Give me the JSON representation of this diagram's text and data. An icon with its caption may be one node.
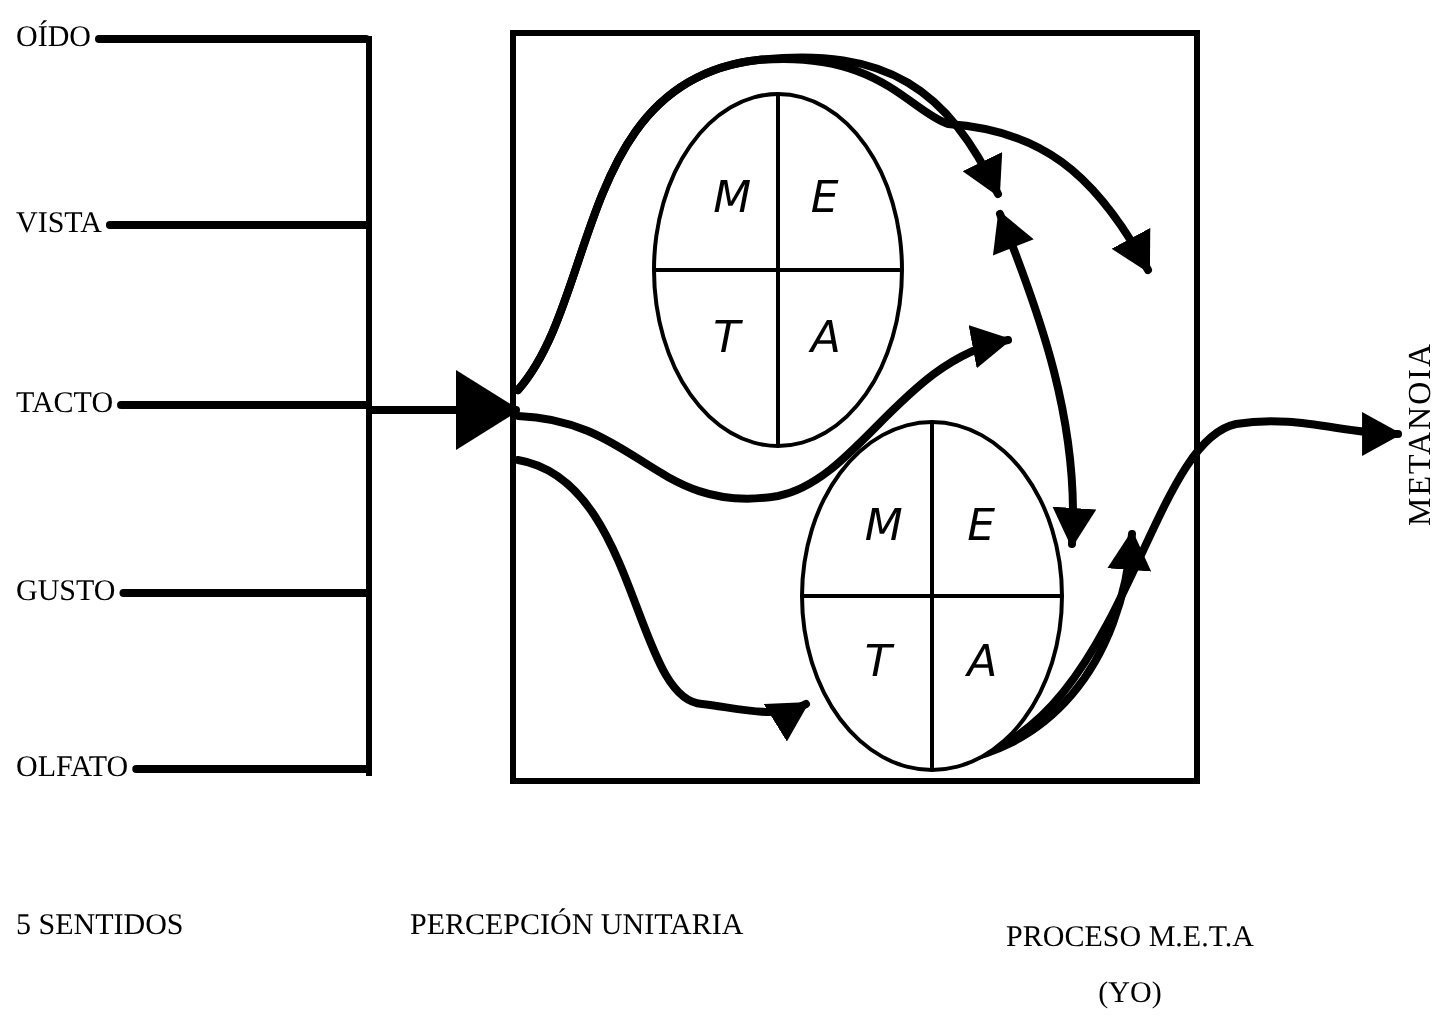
{
  "diagram": {
    "nodes": [
      {
        "text": [
          "OÍDO"
        ]
      },
      {
        "text": [
          "VISTA"
        ]
      },
      {
        "text": [
          "TACTO"
        ]
      },
      {
        "text": [
          "GUSTO"
        ]
      },
      {
        "text": [
          "OLFATO"
        ]
      },
      {
        "text": [],
        "shape": "bar"
      },
      {
        "text": [],
        "shape": "box"
      },
      {
        "text": [
          "M",
          "E",
          "T",
          "A"
        ],
        "in": 6
      },
      {
        "text": [
          "M",
          "E",
          "T",
          "A"
        ],
        "in": 6
      },
      {
        "text": [
          "METANOIA"
        ]
      }
    ],
    "edges": [
      {
        "from": 0,
        "to": 5,
        "arrow": "none"
      },
      {
        "from": 1,
        "to": 5,
        "arrow": "none"
      },
      {
        "from": 2,
        "to": 5,
        "arrow": "none"
      },
      {
        "from": 3,
        "to": 5,
        "arrow": "none"
      },
      {
        "from": 4,
        "to": 5,
        "arrow": "none"
      },
      {
        "from": 5,
        "to": 6,
        "arrow": "to"
      },
      {
        "from": 6,
        "to": null,
        "arrow": "to"
      },
      {
        "from": 6,
        "to": null,
        "arrow": "to"
      },
      {
        "from": null,
        "to": 8,
        "arrow": "both"
      },
      {
        "from": 6,
        "to": null,
        "arrow": "to"
      },
      {
        "from": 6,
        "to": 8,
        "arrow": "to"
      },
      {
        "from": 8,
        "to": null,
        "arrow": "to"
      },
      {
        "from": 8,
        "to": 9,
        "arrow": "to"
      }
    ],
    "labels": [
      "5 SENTIDOS",
      "PERCEPCIÓN UNITARIA",
      "PROCESO M.E.T.A (YO)"
    ]
  }
}
